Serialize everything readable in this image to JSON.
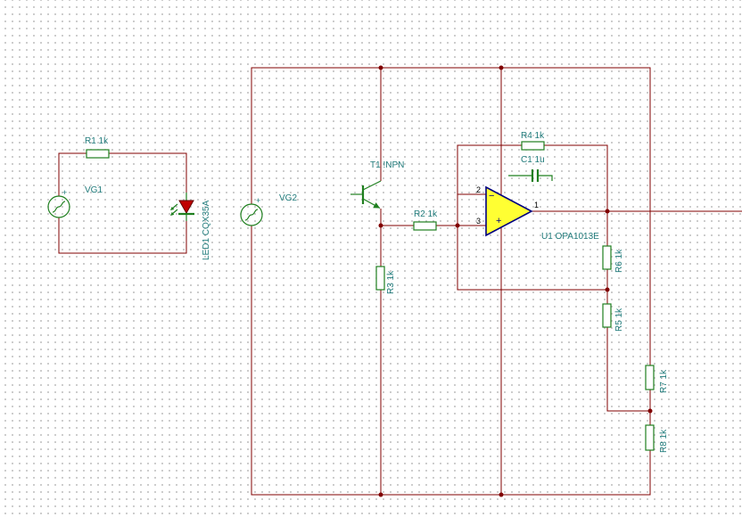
{
  "colors": {
    "background": "#ffffff",
    "grid_dot": "#bfbfbf",
    "wire": "#800000",
    "component": "#1f7f1f",
    "label": "#1f7a7a",
    "opamp_fill": "#ffff33",
    "opamp_outline": "#000080",
    "led_fill": "#c00000",
    "pin_number": "#000000"
  },
  "canvas": {
    "grid_visible": true
  },
  "schematic": {
    "vg1": {
      "label": "VG1",
      "plus": "+"
    },
    "r1": {
      "label": "R1 1k"
    },
    "led1": {
      "label": "LED1 CQX35A"
    },
    "vg2": {
      "label": "VG2",
      "plus": "+"
    },
    "t1": {
      "label": "T1 !NPN"
    },
    "r2": {
      "label": "R2 1k"
    },
    "r3": {
      "label": "R3 1k"
    },
    "r4": {
      "label": "R4 1k"
    },
    "c1": {
      "label": "C1 1u"
    },
    "u1": {
      "label": "U1 OPA1013E",
      "pin_inverting": "2",
      "pin_noninverting": "3",
      "pin_output": "1",
      "sign_inverting": "−",
      "sign_noninverting": "+"
    },
    "r6": {
      "label": "R6 1k"
    },
    "r5": {
      "label": "R5 1k"
    },
    "r7": {
      "label": "R7 1k"
    },
    "r8": {
      "label": "R8 1k"
    }
  }
}
